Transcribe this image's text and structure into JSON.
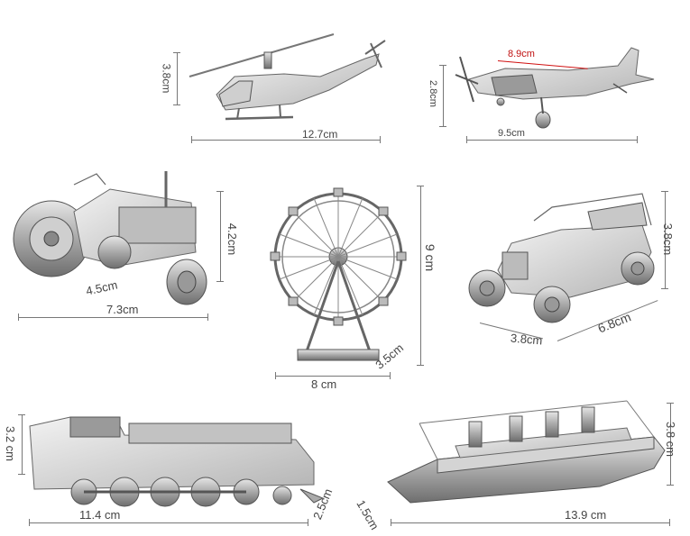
{
  "models": [
    {
      "name": "helicopter",
      "width_label": "12.7cm",
      "height_label": "3.8cm"
    },
    {
      "name": "airplane",
      "width_label": "9.5cm",
      "height_label": "2.8cm",
      "span_label": "8.9cm"
    },
    {
      "name": "tractor",
      "width_label": "7.3cm",
      "height_label": "4.2cm",
      "depth_label": "4.5cm"
    },
    {
      "name": "ferris-wheel",
      "width_label": "8 cm",
      "height_label": "9 cm",
      "depth_label": "3.5cm"
    },
    {
      "name": "vintage-car",
      "width_label": "6.8cm",
      "height_label": "3.8cm",
      "depth_label": "3.8cm"
    },
    {
      "name": "locomotive",
      "width_label": "11.4 cm",
      "height_label": "3.2 cm",
      "depth_label": "2.5cm"
    },
    {
      "name": "ship",
      "width_label": "13.9 cm",
      "height_label": "3.8 cm",
      "depth_label": "1.5cm"
    }
  ],
  "colors": {
    "dimension_line": "#777777",
    "text": "#444444",
    "span_line": "#d01010",
    "metal": "#a9a9a9"
  }
}
